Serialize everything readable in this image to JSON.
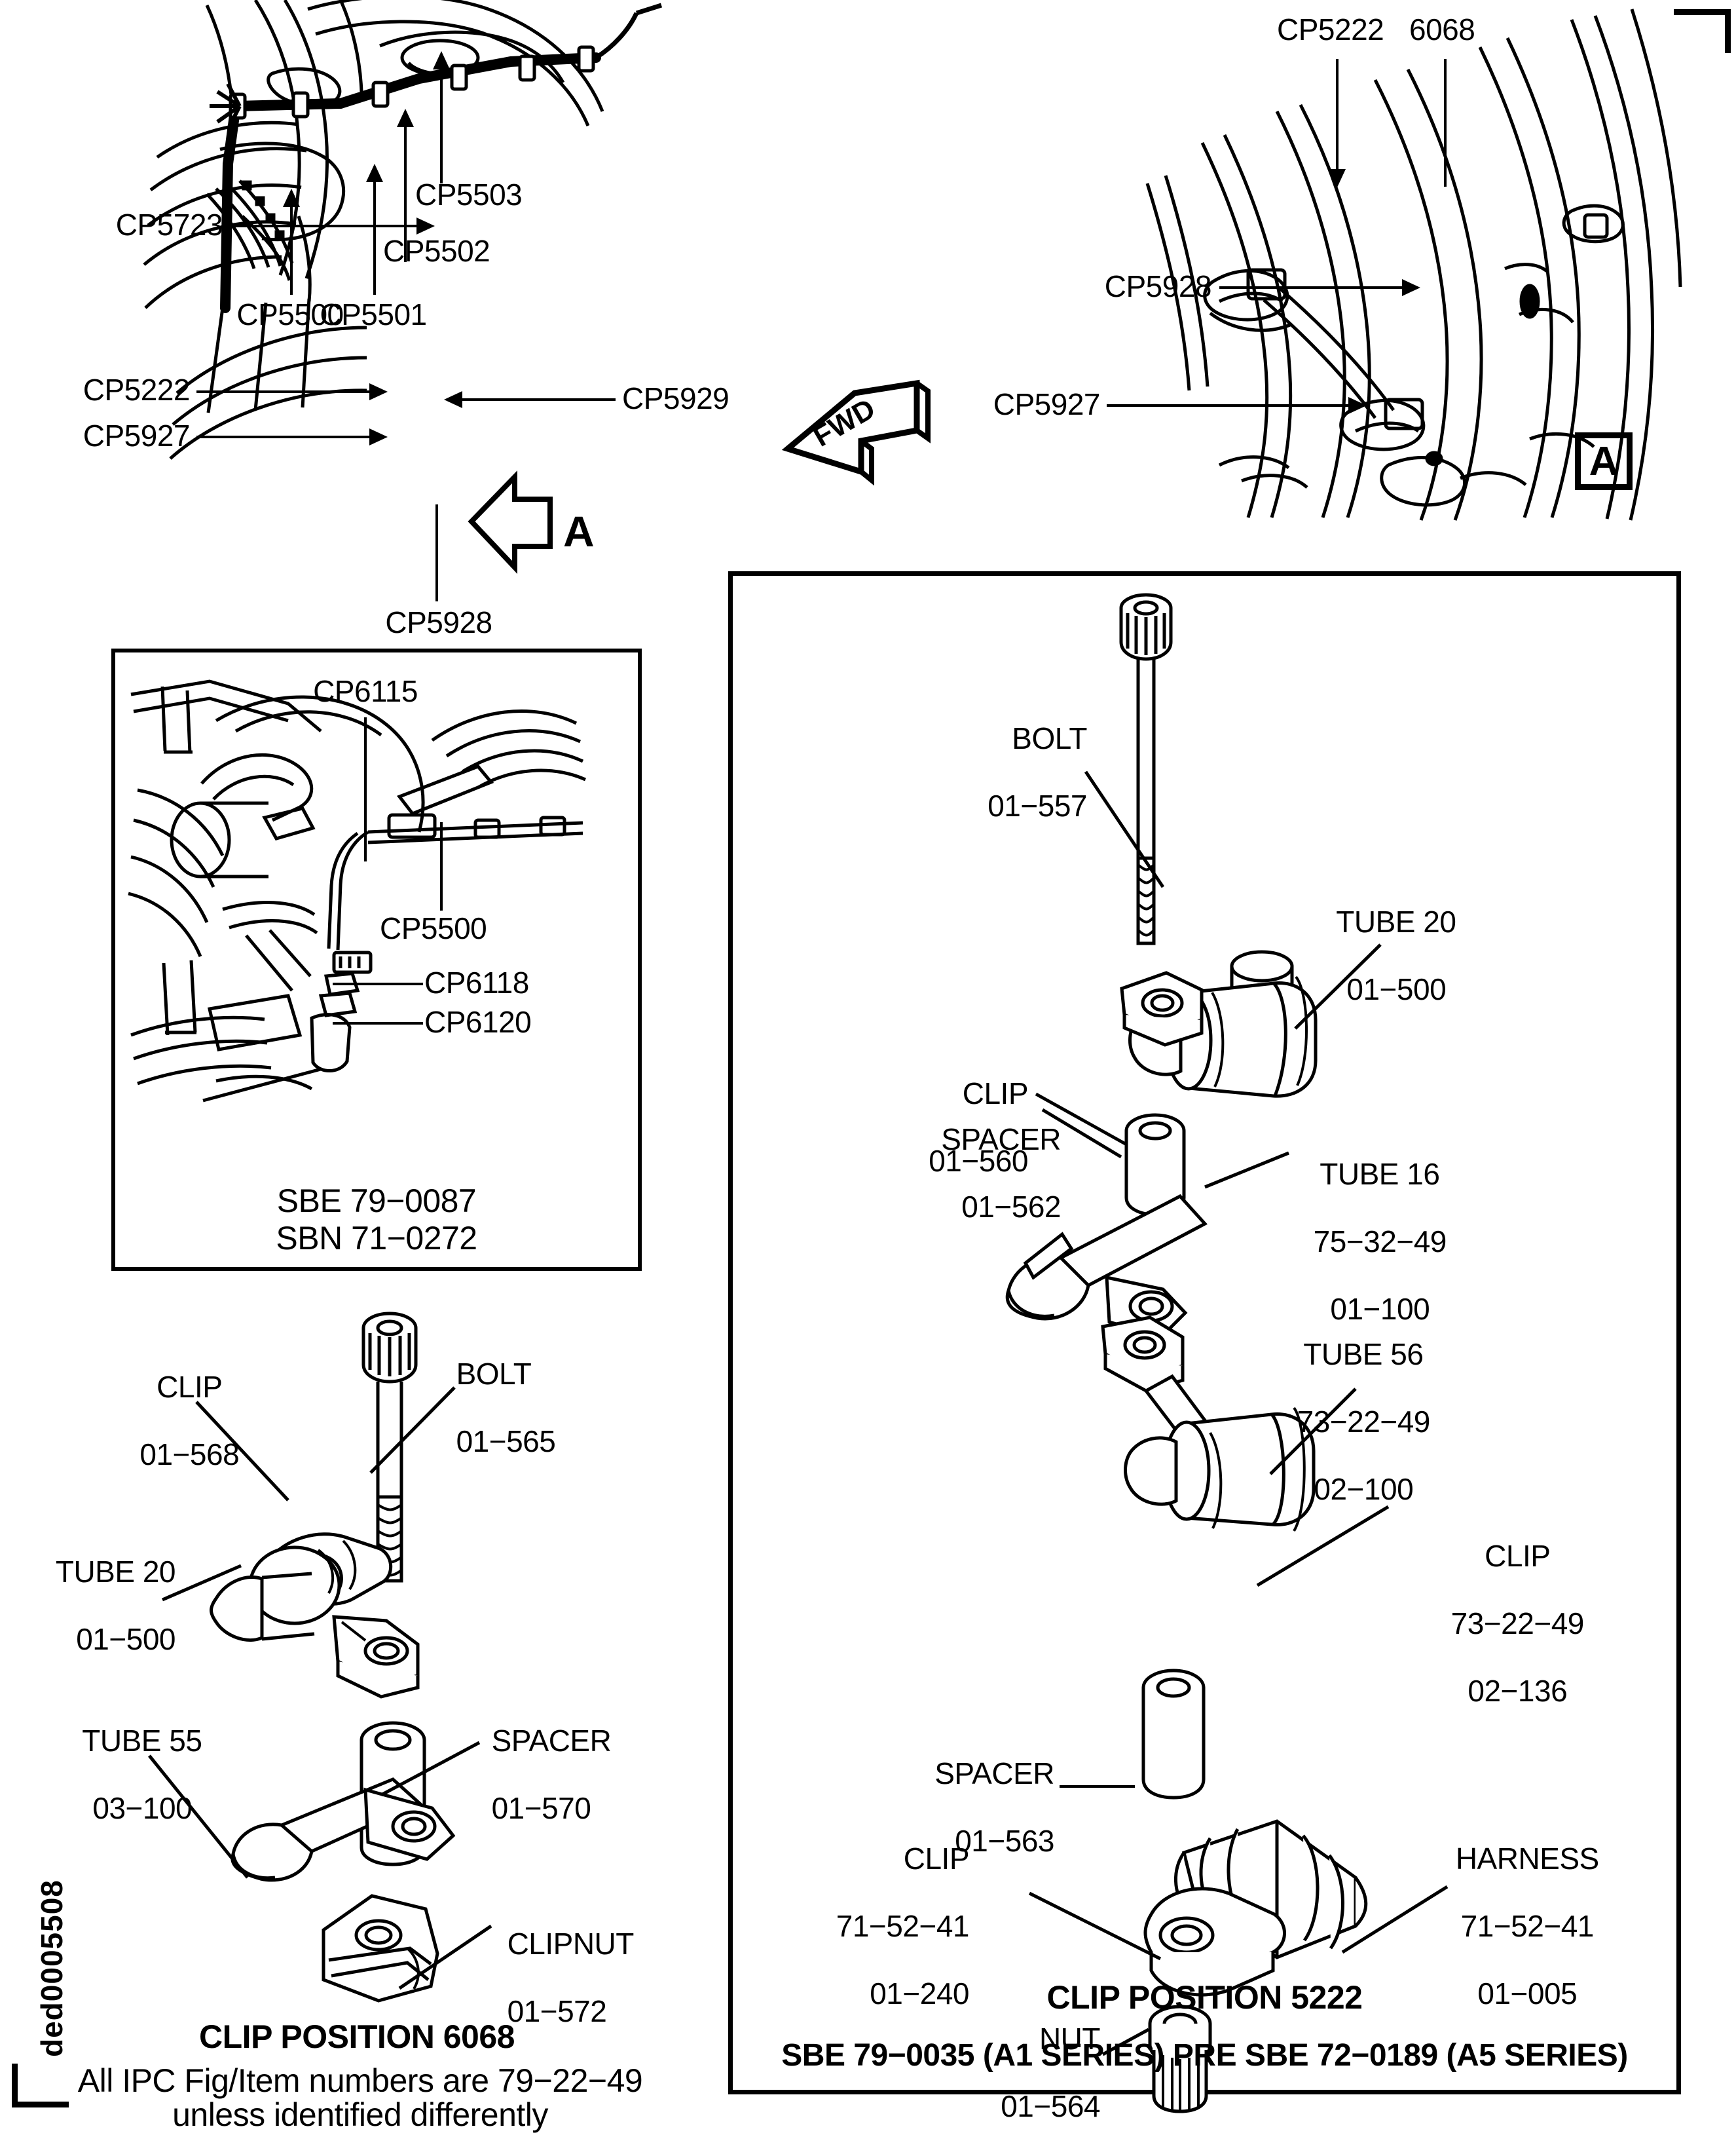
{
  "figure": {
    "id_code": "ded0005508",
    "general_note_line1": "All IPC Fig/Item numbers are 79−22−49",
    "general_note_line2": "unless identified differently"
  },
  "view_left": {
    "name": "left-engine-view",
    "callouts": [
      {
        "id": "cp5723",
        "label": "CP5723"
      },
      {
        "id": "cp5500",
        "label": "CP5500"
      },
      {
        "id": "cp5501",
        "label": "CP5501"
      },
      {
        "id": "cp5502",
        "label": "CP5502"
      },
      {
        "id": "cp5503",
        "label": "CP5503"
      },
      {
        "id": "cp5222",
        "label": "CP5222"
      },
      {
        "id": "cp5927",
        "label": "CP5927"
      },
      {
        "id": "cp5929",
        "label": "CP5929"
      },
      {
        "id": "cp5928",
        "label": "CP5928"
      }
    ],
    "detail_marker": "A",
    "fwd_arrow_label": "FWD"
  },
  "view_right": {
    "name": "right-detail-view",
    "callouts": [
      {
        "id": "cp5222",
        "label": "CP5222"
      },
      {
        "id": "clip6068",
        "label": "6068"
      },
      {
        "id": "cp5928",
        "label": "CP5928"
      },
      {
        "id": "cp5927",
        "label": "CP5927"
      }
    ],
    "detail_marker": "A"
  },
  "inset": {
    "name": "sbe-inset-view",
    "callouts": [
      {
        "id": "cp6115",
        "label": "CP6115"
      },
      {
        "id": "cp5500",
        "label": "CP5500"
      },
      {
        "id": "cp6118",
        "label": "CP6118"
      },
      {
        "id": "cp6120",
        "label": "CP6120"
      }
    ],
    "caption_line1": "SBE 79−0087",
    "caption_line2": "SBN 71−0272"
  },
  "exploded_6068": {
    "name": "clip-position-6068-exploded",
    "title": "CLIP POSITION 6068",
    "parts": [
      {
        "id": "clip",
        "name": "CLIP",
        "lines": [
          "CLIP",
          "01−568"
        ]
      },
      {
        "id": "bolt",
        "name": "BOLT",
        "lines": [
          "BOLT",
          "01−565"
        ]
      },
      {
        "id": "tube20",
        "name": "TUBE 20",
        "lines": [
          "TUBE 20",
          "01−500"
        ]
      },
      {
        "id": "tube55",
        "name": "TUBE 55",
        "lines": [
          "TUBE 55",
          "03−100"
        ]
      },
      {
        "id": "spacer",
        "name": "SPACER",
        "lines": [
          "SPACER",
          "01−570"
        ]
      },
      {
        "id": "clipnut",
        "name": "CLIPNUT",
        "lines": [
          "CLIPNUT",
          "01−572"
        ]
      }
    ]
  },
  "exploded_5222": {
    "name": "clip-position-5222-exploded",
    "title": "CLIP POSITION 5222",
    "caption": "SBE 79−0035 (A1 SERIES) PRE SBE 72−0189 (A5 SERIES)",
    "parts": [
      {
        "id": "bolt",
        "name": "BOLT",
        "lines": [
          "BOLT",
          "01−557"
        ]
      },
      {
        "id": "clip560",
        "name": "CLIP",
        "lines": [
          "CLIP",
          "01−560"
        ]
      },
      {
        "id": "tube20",
        "name": "TUBE 20",
        "lines": [
          "TUBE 20",
          "01−500"
        ]
      },
      {
        "id": "spacer562",
        "name": "SPACER",
        "lines": [
          "SPACER",
          "01−562"
        ]
      },
      {
        "id": "tube16",
        "name": "TUBE 16",
        "lines": [
          "TUBE 16",
          "75−32−49",
          "01−100"
        ]
      },
      {
        "id": "tube56",
        "name": "TUBE 56",
        "lines": [
          "TUBE 56",
          "73−22−49",
          "02−100"
        ]
      },
      {
        "id": "clip136",
        "name": "CLIP",
        "lines": [
          "CLIP",
          "73−22−49",
          "02−136"
        ]
      },
      {
        "id": "spacer563",
        "name": "SPACER",
        "lines": [
          "SPACER",
          "01−563"
        ]
      },
      {
        "id": "clip240",
        "name": "CLIP",
        "lines": [
          "CLIP",
          "71−52−41",
          "01−240"
        ]
      },
      {
        "id": "harness",
        "name": "HARNESS",
        "lines": [
          "HARNESS",
          "71−52−41",
          "01−005"
        ]
      },
      {
        "id": "nut",
        "name": "NUT",
        "lines": [
          "NUT",
          "01−564"
        ]
      }
    ]
  }
}
